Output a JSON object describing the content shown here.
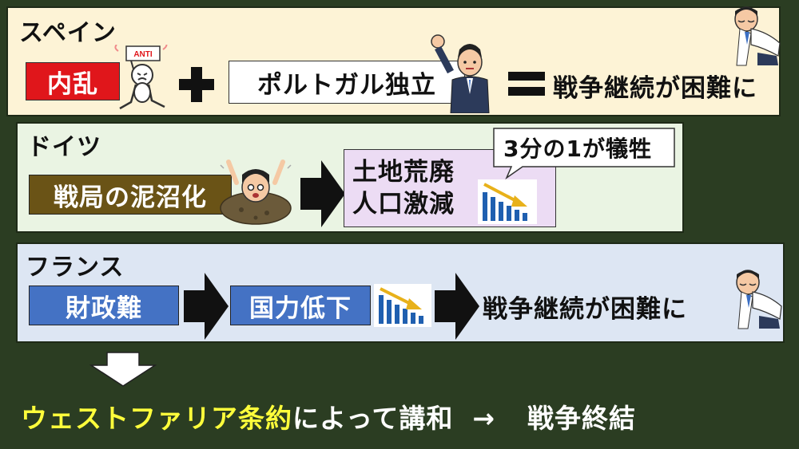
{
  "spain": {
    "title": "スペイン",
    "box1": "内乱",
    "anti_label": "ANTI",
    "box2": "ポルトガル独立",
    "result": "戦争継続が困難に"
  },
  "germany": {
    "title": "ドイツ",
    "box1": "戦局の泥沼化",
    "box2_line1": "土地荒廃",
    "box2_line2": "人口激減",
    "callout": "3分の1が犠牲"
  },
  "france": {
    "title": "フランス",
    "box1": "財政難",
    "box2": "国力低下",
    "result": "戦争継続が困難に"
  },
  "bottom": {
    "treaty": "ウェストファリア条約",
    "middle": "によって講和",
    "arrow": "→",
    "result": "戦争終結"
  },
  "colors": {
    "spain_bg": "#fdf3d6",
    "germany_bg": "#eaf4e3",
    "france_bg": "#dde6f3",
    "red_box": "#e0161b",
    "olive_box": "#6a5316",
    "blue_box": "#4472c4",
    "treaty_yellow": "#ffff3b",
    "purple_box": "#ecdcf4"
  }
}
